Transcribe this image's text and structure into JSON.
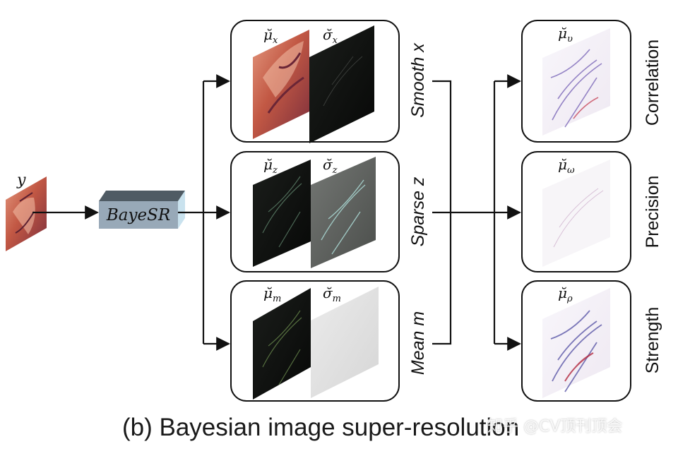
{
  "input": {
    "label": "y"
  },
  "model": {
    "label": "BayeSR"
  },
  "branches": [
    {
      "label": "Smooth x",
      "mean_symbol": "μ̆",
      "mean_sub": "x",
      "sigma_symbol": "σ̆",
      "sigma_sub": "x"
    },
    {
      "label": "Sparse z",
      "mean_symbol": "μ̆",
      "mean_sub": "z",
      "sigma_symbol": "σ̆",
      "sigma_sub": "z"
    },
    {
      "label": "Mean m",
      "mean_symbol": "μ̆",
      "mean_sub": "m",
      "sigma_symbol": "σ̆",
      "sigma_sub": "m"
    }
  ],
  "outputs": [
    {
      "label": "Correlation",
      "symbol": "μ̆",
      "sub": "υ"
    },
    {
      "label": "Precision",
      "symbol": "μ̆",
      "sub": "ω"
    },
    {
      "label": "Strength",
      "symbol": "μ̆",
      "sub": "ρ"
    }
  ],
  "caption": "(b) Bayesian image super-resolution",
  "watermark": "知乎 @CV顶刊顶会",
  "colors": {
    "stroke": "#111111",
    "model_front": "#98a9b8",
    "model_top": "#4f5b64",
    "model_side": "#c9e2ee",
    "portrait": "#c85e4a",
    "dark_map": "#121412",
    "gray_map": "#5e615e",
    "light_map": "#e2e2e2",
    "output_map": "#f5f2f8"
  }
}
